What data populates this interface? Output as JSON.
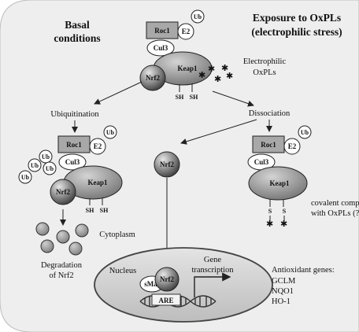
{
  "headers": {
    "basal_line1": "Basal",
    "basal_line2": "conditions",
    "stress_line1": "Exposure to OxPLs",
    "stress_line2": "(electrophilic stress)"
  },
  "molecules": {
    "roc1": "Roc1",
    "e2": "E2",
    "ub": "Ub",
    "cul3": "Cul3",
    "keap1": "Keap1",
    "nrf2": "Nrf2",
    "sh": "SH",
    "s": "S",
    "smaf": "sMaf",
    "are": "ARE"
  },
  "labels": {
    "electrophilic_line1": "Electrophilic",
    "electrophilic_line2": "OxPLs",
    "ubiquitination": "Ubiquitination",
    "dissociation": "Dissociation",
    "covalent_line1": "covalent complex",
    "covalent_line2": "with OxPLs (?)",
    "degradation_line1": "Degradation",
    "degradation_line2": "of Nrf2",
    "cytoplasm": "Cytoplasm",
    "nucleus": "Nucleus",
    "gene_line1": "Gene",
    "gene_line2": "transcription"
  },
  "antioxidant": {
    "title": "Antioxidant genes:",
    "genes": [
      "GCLM",
      "NQO1",
      "HO-1"
    ]
  }
}
